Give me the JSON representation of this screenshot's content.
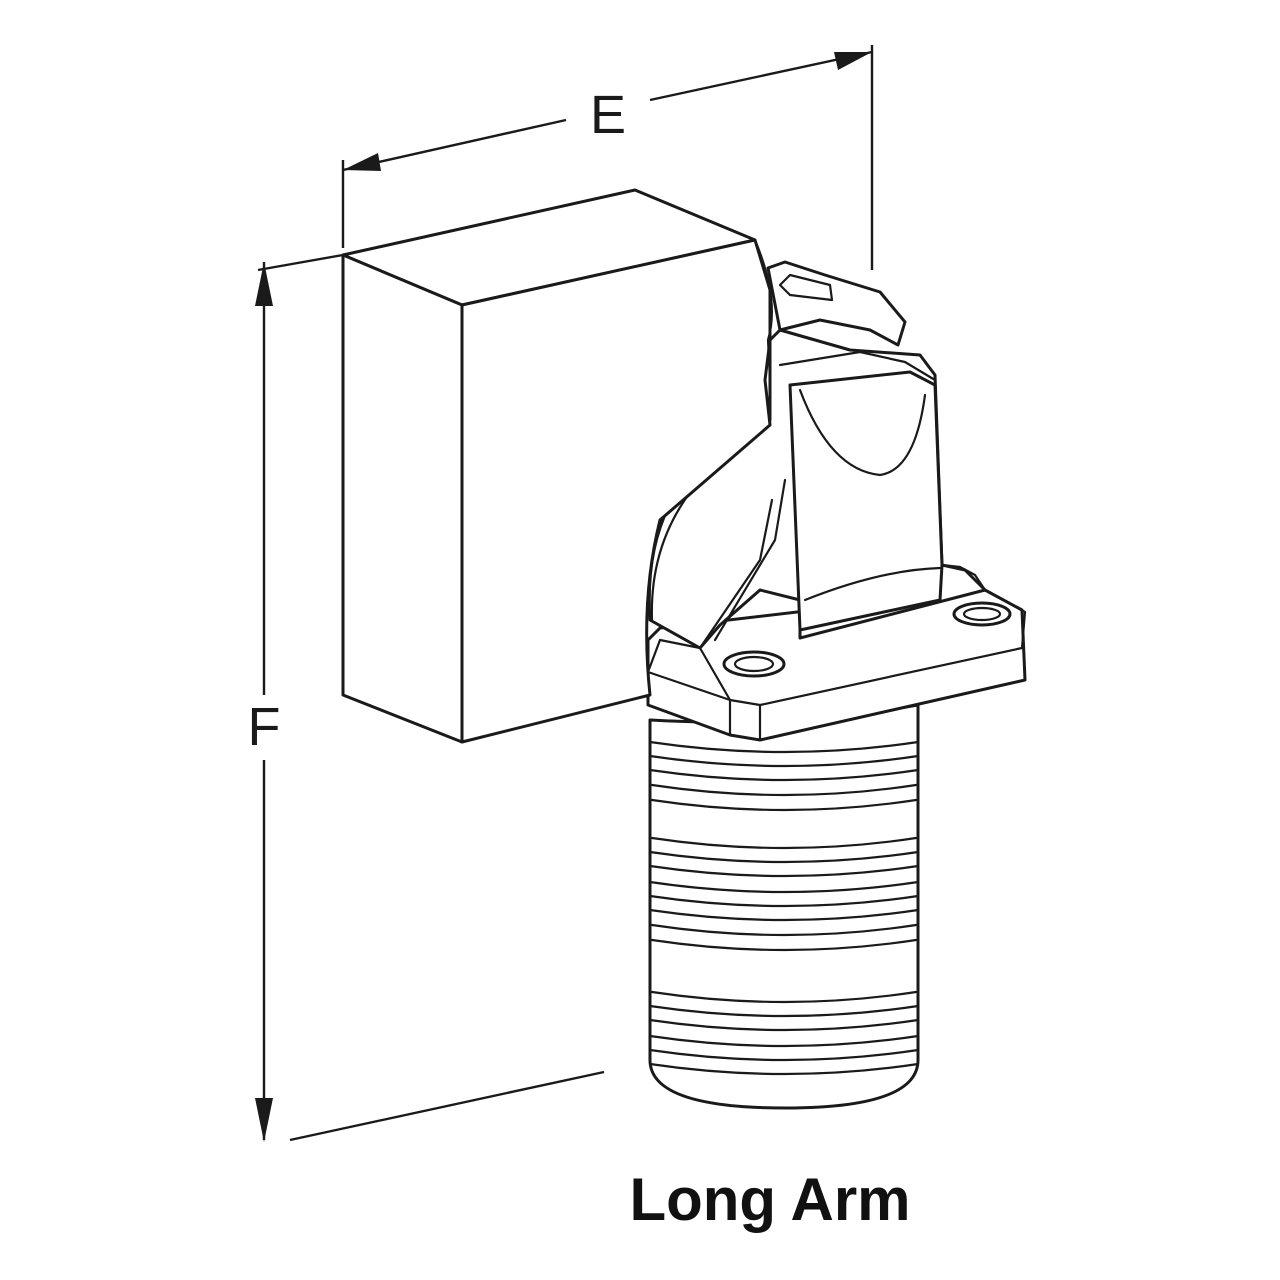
{
  "dimensions": {
    "width_label": "E",
    "height_label": "F"
  },
  "caption": "Long Arm"
}
